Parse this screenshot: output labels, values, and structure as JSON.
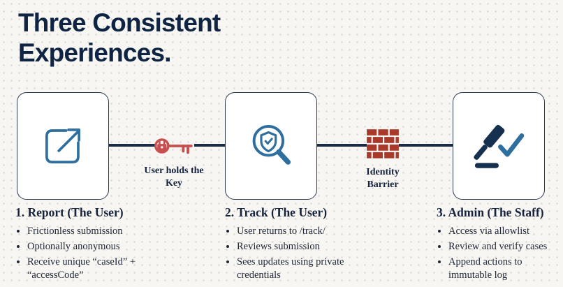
{
  "title": {
    "line1": "Three Consistent",
    "line2": "Experiences."
  },
  "connectors": {
    "key_label": "User holds the Key",
    "barrier_label": "Identity Barrier"
  },
  "sections": [
    {
      "heading": "1. Report (The User)",
      "bullets": [
        "Frictionless submission",
        "Optionally anonymous",
        "Receive unique “caseId” + “accessCode”"
      ]
    },
    {
      "heading": "2. Track (The User)",
      "bullets": [
        "User returns to /track/",
        "Reviews submission",
        "Sees updates using private credentials"
      ]
    },
    {
      "heading": "3. Admin (The Staff)",
      "bullets": [
        "Access via allowlist",
        "Review and verify cases",
        "Append actions to immutable log"
      ]
    }
  ],
  "icons": {
    "report": "arrow-export-icon",
    "track": "shield-magnifier-icon",
    "admin": "gavel-check-icon",
    "key": "key-lock-icon",
    "barrier": "brick-wall-icon"
  },
  "colors": {
    "navy": "#0e2442",
    "icon_blue": "#2e6f9f",
    "icon_navy": "#16314f",
    "accent_red": "#c84f4f",
    "brick_red": "#a8392b",
    "line": "#1b2b45",
    "background": "#f7f6f2"
  }
}
